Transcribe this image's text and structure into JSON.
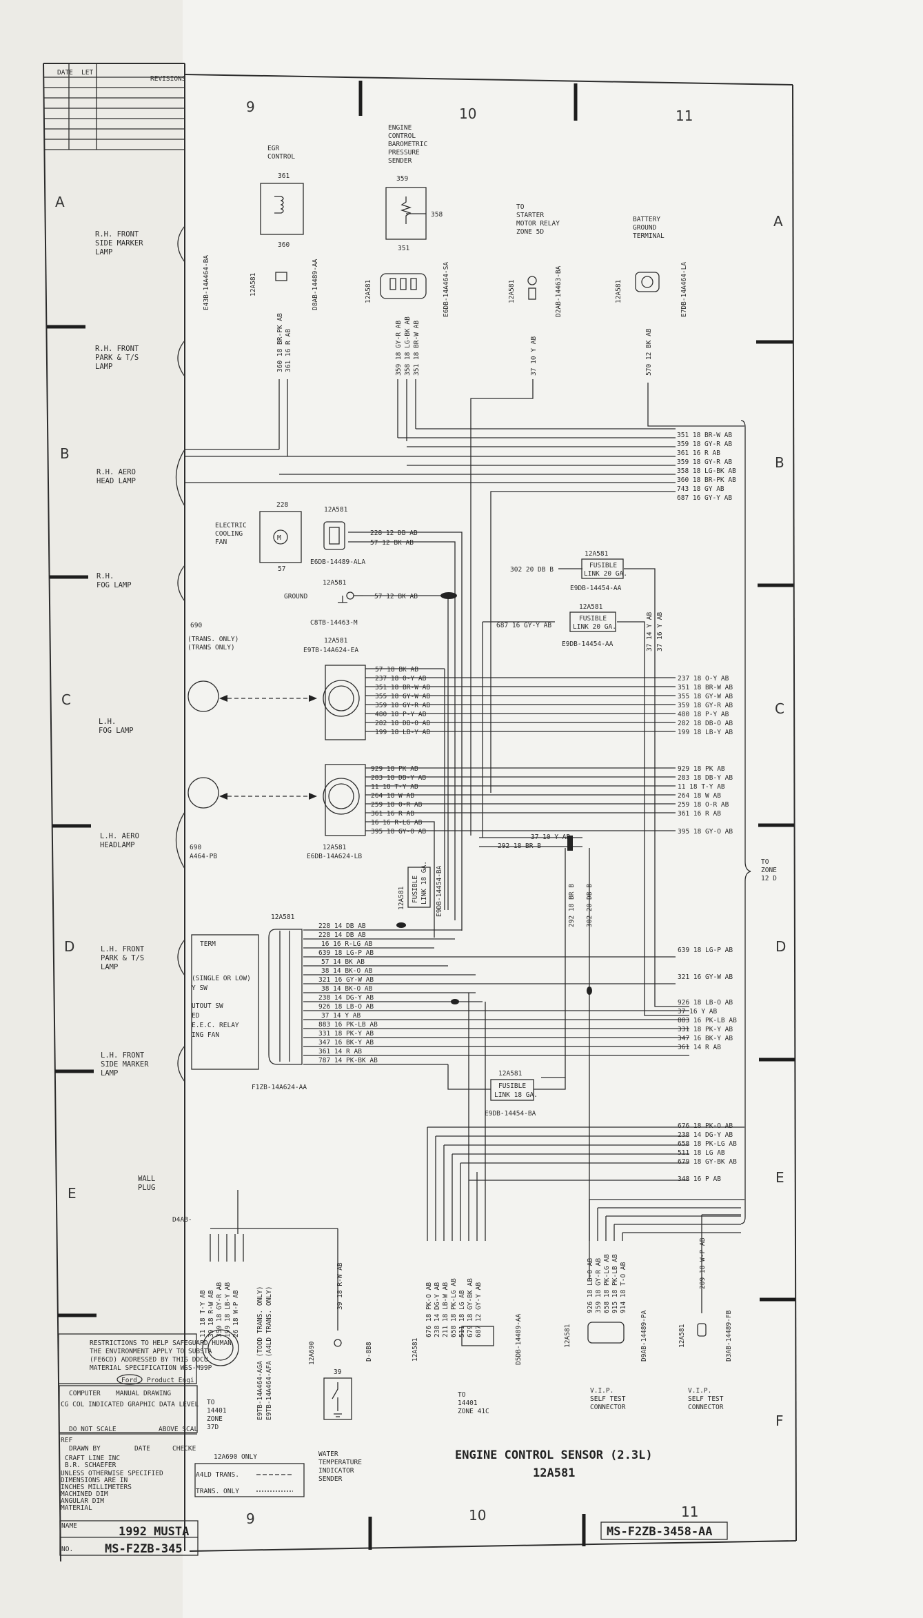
{
  "columns": [
    "9",
    "10",
    "11"
  ],
  "rows": [
    "A",
    "B",
    "C",
    "D",
    "E",
    "F"
  ],
  "left_labels": [
    "R.H. FRONT",
    "SIDE MARKER",
    "LAMP",
    "R.H. FRONT",
    "PARK & T/S",
    "LAMP",
    "R.H. AERO",
    "HEAD LAMP",
    "R.H.",
    "FOG LAMP",
    "L.H.",
    "FOG LAMP",
    "L.H. AERO",
    "HEADLAMP",
    "L.H. FRONT",
    "PARK & T/S",
    "LAMP",
    "L.H. FRONT",
    "SIDE MARKER",
    "LAMP",
    "WALL",
    "PLUG"
  ],
  "components": {
    "egr": {
      "l1": "EGR",
      "l2": "CONTROL",
      "p1": "361",
      "p2": "360",
      "code": "12A581",
      "part": "D8AB-14489-AA",
      "w1": "360 18 BR-PK AB",
      "w2": "361 16 R AB",
      "conn": "E43B-14A464-BA"
    },
    "baro": {
      "l1": "ENGINE",
      "l2": "CONTROL",
      "l3": "BAROMETRIC",
      "l4": "PRESSURE",
      "l5": "SENDER",
      "p1": "359",
      "p2": "358",
      "p3": "351",
      "code": "12A581",
      "part": "E6DB-14A464-SA",
      "w1": "359 18 GY-R AB",
      "w2": "358 18 LG-BK AB",
      "w3": "351 18 BR-W AB"
    },
    "starter": {
      "l1": "TO",
      "l2": "STARTER",
      "l3": "MOTOR RELAY",
      "l4": "ZONE 5D",
      "code": "12A581",
      "part": "D2AB-14463-BA",
      "w1": "37 10 Y AB"
    },
    "battery": {
      "l1": "BATTERY",
      "l2": "GROUND",
      "l3": "TERMINAL",
      "code": "12A581",
      "part": "E7DB-14A464-LA",
      "w1": "570 12 BK AB"
    },
    "fan": {
      "l1": "ELECTRIC",
      "l2": "COOLING",
      "l3": "FAN",
      "p1": "228",
      "p2": "57",
      "code": "12A581",
      "part": "E6DB-14489-ALA",
      "w1": "228 12 DB AB",
      "w2": "57 12 BK AB"
    },
    "ground": {
      "l1": "GROUND",
      "code": "12A581",
      "part": "C8TB-14463-M",
      "w1": "57 12 BK AB"
    },
    "link1": {
      "code": "12A581",
      "l1": "FUSIBLE",
      "l2": "LINK 20 GA.",
      "part": "E9DB-14454-AA",
      "w1": "302 20 DB B"
    },
    "link2": {
      "code": "12A581",
      "l1": "FUSIBLE",
      "l2": "LINK 20 GA.",
      "part": "E9DB-14454-AA",
      "w1": "687 16 GY-Y AB"
    },
    "link3": {
      "code": "12A581",
      "l1": "FUSIBLE",
      "l2": "LINK 18 GA.",
      "part": "E9DB-14454-BA"
    },
    "link4": {
      "code": "12A581",
      "l1": "FUSIBLE",
      "l2": "LINK 18 GA.",
      "part": "E9DB-14454-BA"
    },
    "conn_c1": {
      "code": "12A581",
      "part": "E9TB-14A624-EA",
      "a": "690",
      "b": "(TRANS. ONLY)",
      "c": "(TRANS ONLY)"
    },
    "conn_c2": {
      "code": "12A581",
      "part": "E6DB-14A624-LB",
      "a": "690",
      "b": "A464-PB"
    },
    "conn_d": {
      "code": "12A581",
      "part": "F1ZB-14A624-AA",
      "side": [
        "TERM",
        "(SINGLE OR LOW)",
        "Y SW",
        "UTOUT SW",
        "ED",
        "E.E.C. RELAY",
        "ING FAN"
      ]
    },
    "jumpers": [
      "37 10 Y AB",
      "292 18 BR B",
      "292 18 BR B",
      "302 20 DB B",
      "37 14 Y AB",
      "37 16 Y AB"
    ]
  },
  "bus_b": [
    "351 18 BR-W AB",
    "359 18 GY-R AB",
    "361 16 R AB",
    "359 18 GY-R AB",
    "358 18 LG-BK AB",
    "360 18 BR-PK AB",
    "743 18 GY AB",
    "687 16 GY-Y AB"
  ],
  "conn_c1_wires": [
    "57 18 BK AB",
    "237 18 O-Y AB",
    "351 18 BR-W AB",
    "355 18 GY-W AB",
    "359 18 GY-R AB",
    "480 18 P-Y AB",
    "282 18 DB-O AB",
    "199 18 LB-Y AB"
  ],
  "right_c1": [
    "237 18 O-Y AB",
    "351 18 BR-W AB",
    "355 18 GY-W AB",
    "359 18 GY-R AB",
    "480 18 P-Y AB",
    "282 18 DB-O AB",
    "199 18 LB-Y AB"
  ],
  "conn_c2_wires": [
    "929 18 PK AB",
    "283 18 DB-Y AB",
    "11 18 T-Y AB",
    "264 18 W AB",
    "259 18 O-R AB",
    "361 16 R AB",
    "16 16 R-LG AB",
    "395 18 GY-O AB"
  ],
  "right_c2": [
    "929 18 PK AB",
    "283 18 DB-Y AB",
    "11 18 T-Y AB",
    "264 18 W AB",
    "259 18 O-R AB",
    "361 16 R AB",
    "395 18 GY-O AB"
  ],
  "conn_d_wires": [
    "228 14 DB AB",
    "228 14 DB AB",
    "16 16 R-LG AB",
    "639 18 LG-P AB",
    "57 14 BK AB",
    "38 14 BK-O AB",
    "321 16 GY-W AB",
    "38 14 BK-O AB",
    "238 14 DG-Y AB",
    "926 18 LB-O AB",
    "37 14 Y AB",
    "883 16 PK-LB AB",
    "331 18 PK-Y AB",
    "347 16 BK-Y AB",
    "361 14 R AB",
    "787 14 PK-BK AB"
  ],
  "right_d": [
    "639 18 LG-P AB",
    "321 16 GY-W AB",
    "926 18 LB-O AB",
    "37 16 Y AB",
    "883 16 PK-LB AB",
    "331 18 PK-Y AB",
    "347 16 BK-Y AB",
    "361 14 R AB"
  ],
  "right_e": [
    "676 18 PK-O AB",
    "238 14 DG-Y AB",
    "658 18 PK-LG AB",
    "511 18 LG AB",
    "679 18 GY-BK AB",
    "348 16 P AB"
  ],
  "zone": [
    "TO",
    "ZONE",
    "12 D"
  ],
  "bottom": {
    "vert_left": [
      "11 18 T-Y AB",
      "39 18 R-W AB",
      "359 18 GY-R AB",
      "199 18 LB-Y AB",
      "26 18 W-P AB"
    ],
    "d4ab": "D4AB-",
    "e9tb": [
      "E9TB-14A464-AGA (TOOD TRANS. ONLY)",
      "E9TB-14A464-AFA (A4LD TRANS. ONLY)"
    ],
    "to14401_left": [
      "TO",
      "14401",
      "ZONE",
      "37D"
    ],
    "temp": {
      "code": "12A690",
      "w1": "39 18 R-W AB",
      "part": "D-8B8",
      "p": "39",
      "l1": "WATER",
      "l2": "TEMPERATURE",
      "l3": "INDICATOR",
      "l4": "SENDER"
    },
    "only": "12A690 ONLY",
    "legend": [
      "A4LD TRANS.",
      "TRANS. ONLY"
    ],
    "vert_mid": [
      "676 18 PK-O AB",
      "238 14 DG-Y AB",
      "211 18 LB-W AB",
      "658 18 PK-LG AB",
      "511 18 LG AB",
      "679 18 GY-BK AB",
      "687 12 GY-Y AB"
    ],
    "mid_code": "12A581",
    "mid_part": "D5DB-14489-AA",
    "to14401_mid": [
      "TO",
      "14401",
      "ZONE 41C"
    ],
    "vert_vip1": [
      "926 18 LB-O AB",
      "359 18 GY-R AB",
      "658 18 PK-LG AB",
      "915 18 PK-LB AB",
      "914 18 T-O AB"
    ],
    "vip1_code": "12A581",
    "vip1_part": "D9AB-14489-PA",
    "vip1": [
      "V.I.P.",
      "SELF TEST",
      "CONNECTOR"
    ],
    "vert_vip2": "209 18 W-P AB",
    "vip2_code": "12A581",
    "vip2_part": "D3AB-14489-FB",
    "vip2": [
      "V.I.P.",
      "SELF TEST",
      "CONNECTOR"
    ]
  },
  "title": {
    "line1": "ENGINE CONTROL SENSOR (2.3L)",
    "line2": "12A581"
  },
  "titleblock": {
    "notes": [
      "RESTRICTIONS TO HELP SAFEGUARD HUMAN",
      "THE ENVIRONMENT APPLY TO SUBSTA",
      "(FE6CD) ADDRESSED BY THIS DOCU",
      "MATERIAL SPECIFICATION WSS-M99P"
    ],
    "brand": "Ford",
    "brand2": "Product Engi",
    "chk": [
      "COMPUTER",
      "MANUAL DRAWING"
    ],
    "level": "CG COL INDICATED GRAPHIC DATA LEVEL",
    "scale": "DO NOT SCALE",
    "above": "ABOVE SCAL",
    "ref": "REF",
    "drawn": "DRAWN BY",
    "date": "DATE",
    "check": "CHECKE",
    "drafter": [
      "CRAFT LINE INC",
      "B.R. SCHAEFER"
    ],
    "dims": [
      "UNLESS OTHERWISE SPECIFIED",
      "DIMENSIONS ARE IN",
      "INCHES   MILLIMETERS",
      "MACHINED DIM",
      "ANGULAR DIM",
      "MATERIAL"
    ],
    "name_lbl": "NAME",
    "no_lbl": "NO.",
    "name": "1992 MUSTA",
    "number": "MS-F2ZB-345",
    "number_full": "MS-F2ZB-3458-AA",
    "rev": [
      "DATE",
      "LET",
      "REVISIONS"
    ]
  }
}
